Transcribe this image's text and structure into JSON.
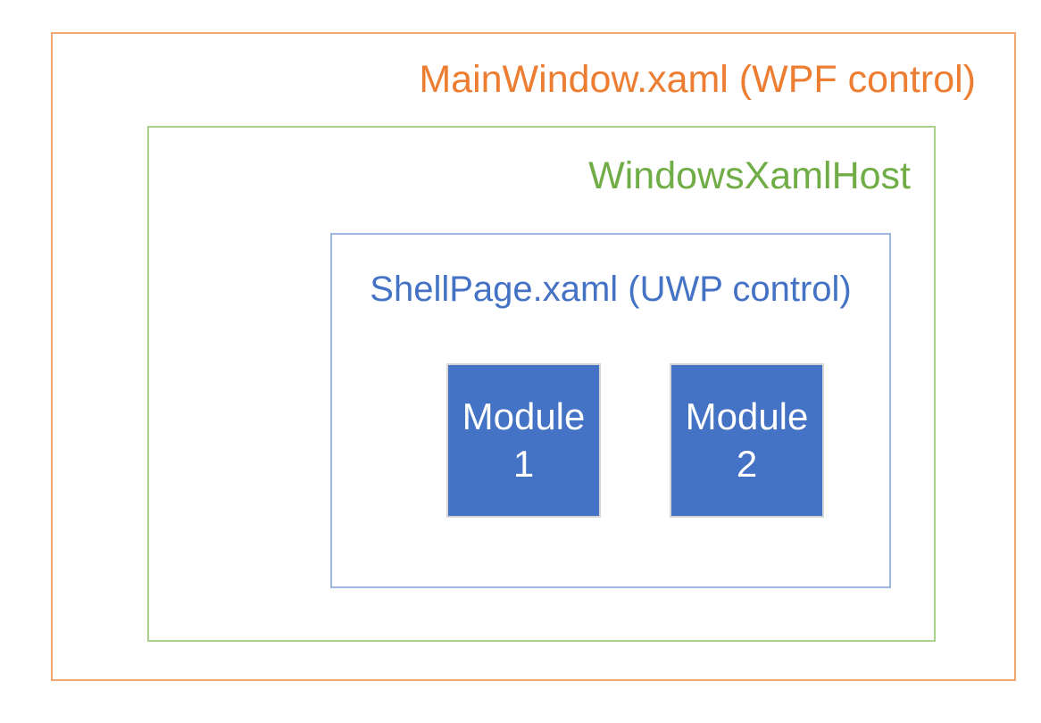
{
  "diagram": {
    "main_window": {
      "label": "MainWindow.xaml (WPF control)",
      "text_color": "#ED7D31",
      "border_color": "#F2A772"
    },
    "xaml_host": {
      "label": "WindowsXamlHost",
      "text_color": "#70AD47",
      "border_color": "#A9D18E"
    },
    "shell_page": {
      "label": "ShellPage.xaml (UWP control)",
      "text_color": "#4472C4",
      "border_color": "#9CB7E2"
    },
    "modules": [
      {
        "lines": [
          "Module",
          "1"
        ]
      },
      {
        "lines": [
          "Module",
          "2"
        ]
      }
    ],
    "module_style": {
      "fill": "#4472C4",
      "border_color": "#D6D6D6",
      "text_color": "#FFFFFF"
    },
    "background": "#FFFFFF"
  }
}
